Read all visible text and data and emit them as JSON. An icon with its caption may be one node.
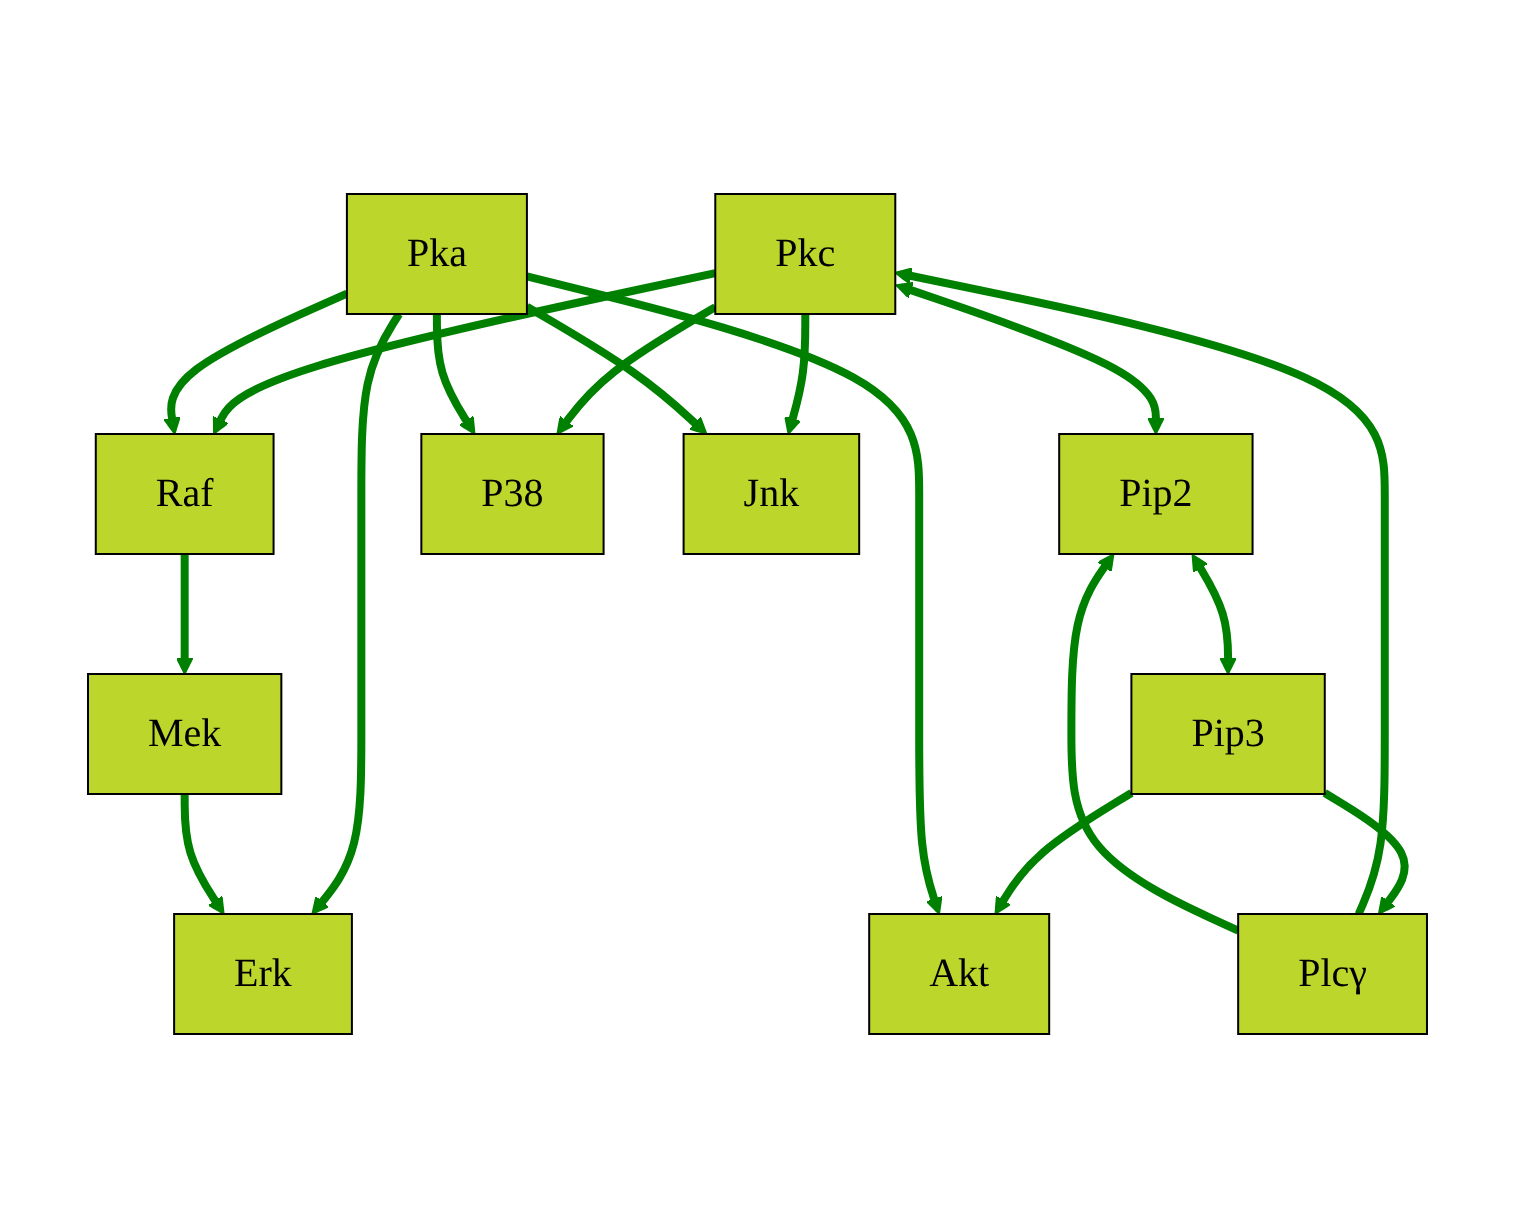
{
  "diagram": {
    "nodes": [
      {
        "text": [
          "Pkc"
        ]
      },
      {
        "text": [
          "Raf"
        ]
      },
      {
        "text": [
          "Plcγ"
        ]
      },
      {
        "text": [
          "Pip2"
        ]
      },
      {
        "text": [
          "Akt"
        ]
      },
      {
        "text": [
          "Pip3"
        ]
      },
      {
        "text": [
          "Pka"
        ]
      },
      {
        "text": [
          "Mek"
        ]
      },
      {
        "text": [
          "P38"
        ]
      },
      {
        "text": [
          "Jnk"
        ]
      },
      {
        "text": [
          "Erk"
        ]
      }
    ],
    "edges": [
      {
        "from": 2,
        "to": 0,
        "arrow": "to"
      },
      {
        "from": 0,
        "to": 1,
        "arrow": "to"
      },
      {
        "from": 0,
        "to": 3,
        "arrow": "both"
      },
      {
        "from": 2,
        "to": 3,
        "arrow": "to"
      },
      {
        "from": 5,
        "to": 2,
        "arrow": "to"
      },
      {
        "from": 3,
        "to": 5,
        "arrow": "both"
      },
      {
        "from": 5,
        "to": 4,
        "arrow": "to"
      },
      {
        "from": 6,
        "to": 4,
        "arrow": "to"
      },
      {
        "from": 6,
        "to": 1,
        "arrow": "to"
      },
      {
        "from": 1,
        "to": 7,
        "arrow": "to"
      },
      {
        "from": 0,
        "to": 8,
        "arrow": "to"
      },
      {
        "from": 0,
        "to": 9,
        "arrow": "to"
      },
      {
        "from": 6,
        "to": 8,
        "arrow": "to"
      },
      {
        "from": 6,
        "to": 9,
        "arrow": "to"
      },
      {
        "from": 6,
        "to": 10,
        "arrow": "to"
      },
      {
        "from": 7,
        "to": 10,
        "arrow": "to"
      }
    ]
  }
}
